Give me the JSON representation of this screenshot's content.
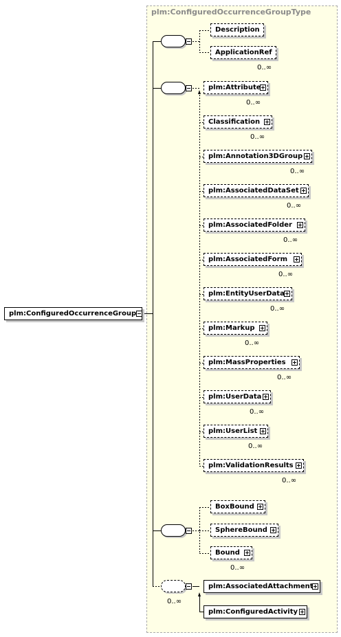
{
  "root": {
    "label": "plm:ConfiguredOccurrenceGroup"
  },
  "type": {
    "label": "plm:ConfiguredOccurrenceGroupType"
  },
  "group1": {
    "items": [
      {
        "label": "Description",
        "card": ""
      },
      {
        "label": "ApplicationRef",
        "card": "0..∞"
      }
    ]
  },
  "group2": {
    "items": [
      {
        "label": "plm:Attribute",
        "card": "0..∞"
      },
      {
        "label": "Classification",
        "card": "0..∞"
      },
      {
        "label": "plm:Annotation3DGroup",
        "card": "0..∞"
      },
      {
        "label": "plm:AssociatedDataSet",
        "card": "0..∞"
      },
      {
        "label": "plm:AssociatedFolder",
        "card": "0..∞"
      },
      {
        "label": "plm:AssociatedForm",
        "card": "0..∞"
      },
      {
        "label": "plm:EntityUserData",
        "card": "0..∞"
      },
      {
        "label": "plm:Markup",
        "card": "0..∞"
      },
      {
        "label": "plm:MassProperties",
        "card": "0..∞"
      },
      {
        "label": "plm:UserData",
        "card": "0..∞"
      },
      {
        "label": "plm:UserList",
        "card": "0..∞"
      },
      {
        "label": "plm:ValidationResults",
        "card": "0..∞"
      }
    ]
  },
  "group3": {
    "items": [
      {
        "label": "BoxBound",
        "card": ""
      },
      {
        "label": "SphereBound",
        "card": ""
      },
      {
        "label": "Bound",
        "card": "0..∞"
      }
    ]
  },
  "group4": {
    "card": "0..∞",
    "items": [
      {
        "label": "plm:AssociatedAttachment"
      },
      {
        "label": "plm:ConfiguredActivity"
      }
    ]
  }
}
